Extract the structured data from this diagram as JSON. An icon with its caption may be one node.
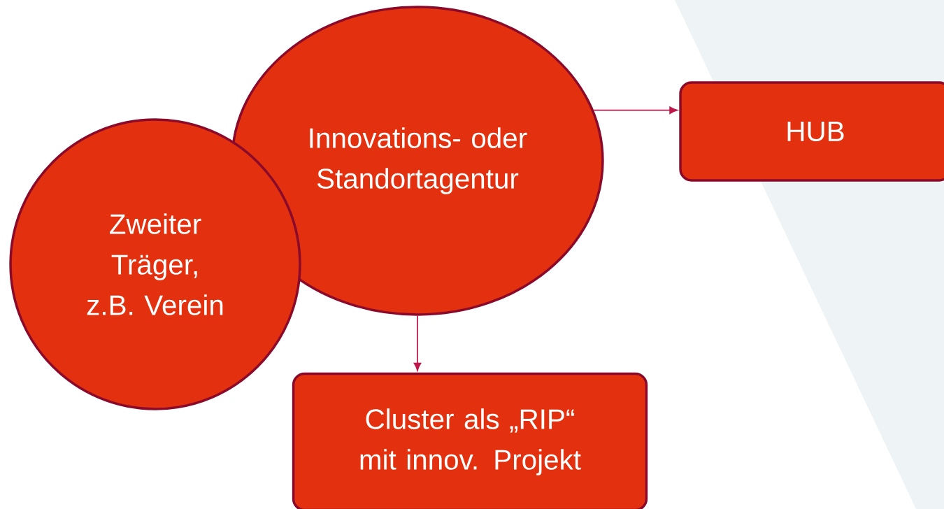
{
  "diagram": {
    "nodes": [
      {
        "text": [
          "Innovations- oder Standortagentur"
        ]
      },
      {
        "text": [
          "Zweiter Träger, z.B. Verein"
        ]
      },
      {
        "text": [
          "HUB"
        ]
      },
      {
        "text": [
          "Cluster als „RIP“ mit innov. Projekt"
        ]
      }
    ],
    "edges": [
      {
        "from": 0,
        "to": 2,
        "arrow": "to"
      },
      {
        "from": 0,
        "to": 3,
        "arrow": "to"
      }
    ]
  }
}
